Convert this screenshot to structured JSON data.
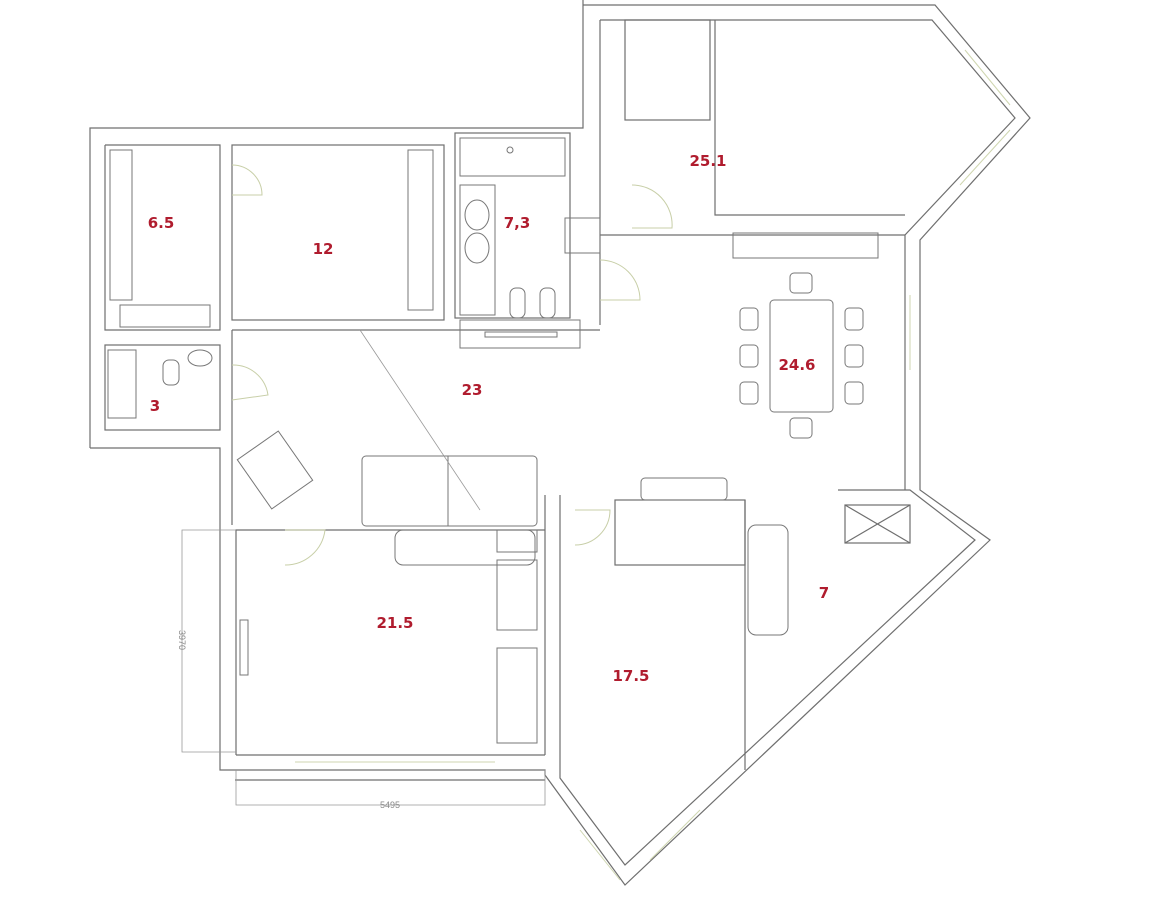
{
  "rooms": [
    {
      "id": "bedroom-small",
      "area": "6.5"
    },
    {
      "id": "bedroom",
      "area": "12"
    },
    {
      "id": "bathroom",
      "area": "7,3"
    },
    {
      "id": "master-bedroom",
      "area": "25.1"
    },
    {
      "id": "wc",
      "area": "3"
    },
    {
      "id": "hall",
      "area": "23"
    },
    {
      "id": "dining",
      "area": "24.6"
    },
    {
      "id": "living",
      "area": "21.5"
    },
    {
      "id": "bedroom-corner",
      "area": "17.5"
    },
    {
      "id": "corridor",
      "area": "7"
    }
  ],
  "dimensions": {
    "width": "5495",
    "height": "3970"
  },
  "colors": {
    "walls": "#6f6f6f",
    "labels": "#b01c2e"
  }
}
